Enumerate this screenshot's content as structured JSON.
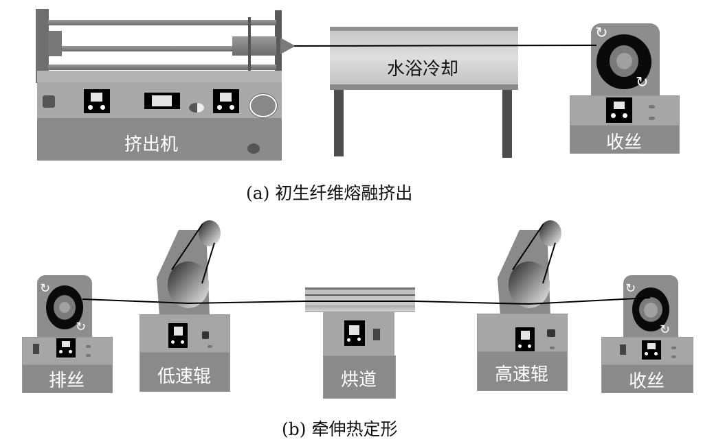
{
  "figure": {
    "panel_a": {
      "caption": "(a)  初生纤维熔融挤出",
      "components": {
        "extruder": {
          "label": "挤出机"
        },
        "water_bath": {
          "label": "水浴冷却"
        },
        "winder": {
          "label": "收丝"
        }
      }
    },
    "panel_b": {
      "caption": "(b)  牵伸热定形",
      "components": {
        "unwinder": {
          "label": "排丝"
        },
        "low_speed_roller": {
          "label": "低速辊"
        },
        "oven": {
          "label": "烘道"
        },
        "high_speed_roller": {
          "label": "高速辊"
        },
        "winder": {
          "label": "收丝"
        }
      }
    },
    "colors": {
      "body_dark": "#8a8a8a",
      "body_light": "#a9a9a9",
      "panel_dark": "#555555",
      "fiber": "#000000",
      "label_text_light": "#ffffff",
      "label_text_dark": "#111111"
    }
  }
}
